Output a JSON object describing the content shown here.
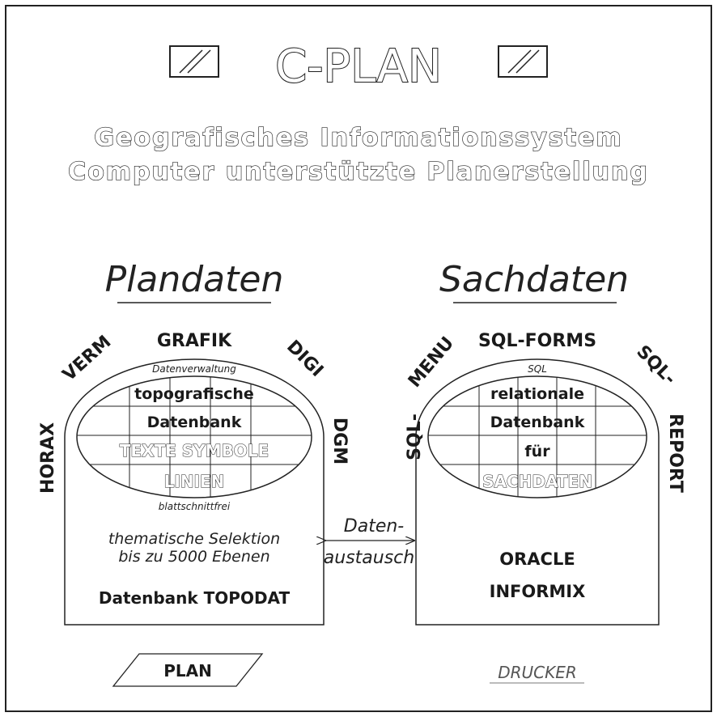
{
  "title": "C-PLAN",
  "subtitle": {
    "line1": "Geografisches Informationssystem",
    "line2": "Computer unterstützte Planerstellung"
  },
  "left": {
    "heading": "Plandaten",
    "top_label": "Datenverwaltung",
    "bottom_label": "blattschnittfrei",
    "inner": [
      "topografische",
      "Datenbank",
      "TEXTE SYMBOLE",
      "LINIEN"
    ],
    "around": {
      "top": "GRAFIK",
      "upper_left": "VERM",
      "upper_right": "DIGI",
      "left": "HORAX",
      "right": "DGM"
    },
    "body": [
      "thematische Selektion",
      "bis zu 5000 Ebenen"
    ],
    "footer": "Datenbank TOPODAT",
    "output": "PLAN"
  },
  "right": {
    "heading": "Sachdaten",
    "top_label": "SQL",
    "inner": [
      "relationale",
      "Datenbank",
      "für",
      "SACHDATEN"
    ],
    "around": {
      "top": "SQL-FORMS",
      "upper_left": "SQL-",
      "upper_left_2": "MENU",
      "upper_right": "SQL-",
      "right": "REPORT"
    },
    "body": [
      "ORACLE",
      "INFORMIX"
    ],
    "output": "DRUCKER"
  },
  "exchange": [
    "Daten-",
    "austausch"
  ],
  "colors": {
    "ink": "#222222",
    "paper": "#ffffff"
  }
}
